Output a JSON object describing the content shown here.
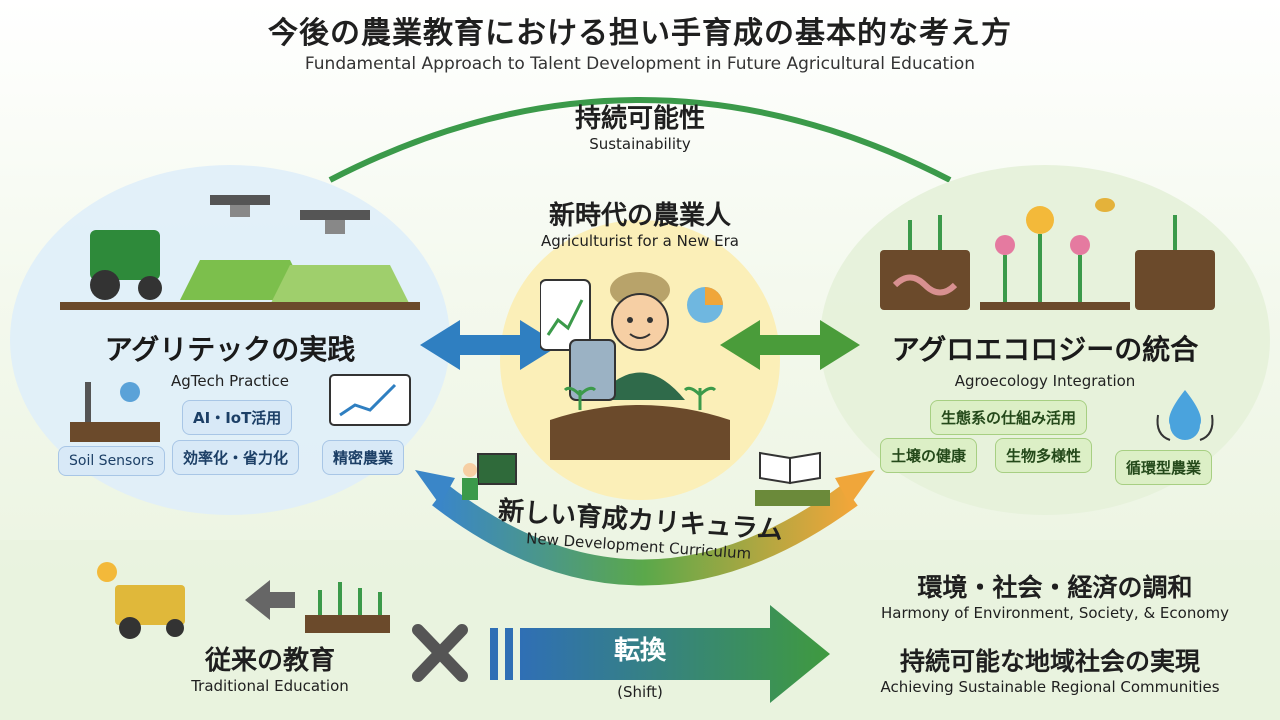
{
  "header": {
    "title_jp": "今後の農業教育における担い手育成の基本的な考え方",
    "title_en": "Fundamental Approach to Talent Development in Future Agricultural Education"
  },
  "sustainability": {
    "jp": "持続可能性",
    "en": "Sustainability"
  },
  "center": {
    "jp": "新時代の農業人",
    "en": "Agriculturist for a New Era"
  },
  "agtech": {
    "jp": "アグリテックの実践",
    "en": "AgTech Practice",
    "sensors": "Soil Sensors",
    "pills": [
      "AI・IoT活用",
      "効率化・省力化",
      "精密農業"
    ]
  },
  "agroecology": {
    "jp": "アグロエコロジーの統合",
    "en": "Agroecology Integration",
    "pills": [
      "生態系の仕組み活用",
      "土壌の健康",
      "生物多様性",
      "循環型農業"
    ]
  },
  "curriculum": {
    "jp": "新しい育成カリキュラム",
    "en": "New Development Curriculum"
  },
  "traditional": {
    "jp": "従来の教育",
    "en": "Traditional Education"
  },
  "shift": {
    "jp": "転換",
    "en": "(Shift)"
  },
  "harmony": {
    "jp": "環境・社会・経済の調和",
    "en": "Harmony of Environment, Society, & Economy"
  },
  "regional": {
    "jp": "持続可能な地域社会の実現",
    "en": "Achieving Sustainable Regional Communities"
  },
  "colors": {
    "blue": "#2f7fc1",
    "green": "#4a9c3a",
    "dark_green": "#2f7d3a",
    "orange": "#f0a63a"
  }
}
